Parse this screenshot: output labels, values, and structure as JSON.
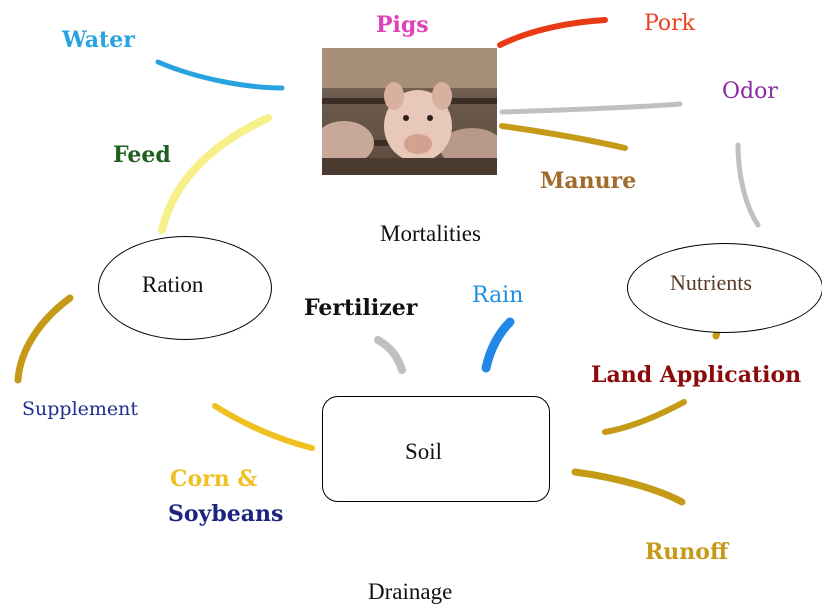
{
  "nodes": {
    "pigs": "Pigs",
    "pork": "Pork",
    "water": "Water",
    "odor": "Odor",
    "feed": "Feed",
    "manure": "Manure",
    "mortalities": "Mortalities",
    "ration": "Ration",
    "nutrients": "Nutrients",
    "fertilizer": "Fertilizer",
    "rain": "Rain",
    "land_application": "Land Application",
    "supplement": "Supplement",
    "soil": "Soil",
    "corn": "Corn &",
    "soybeans": "Soybeans",
    "runoff": "Runoff",
    "drainage": "Drainage"
  },
  "colors": {
    "water": "#29a3e0",
    "pigs": "#e040b8",
    "pork": "#e8421f",
    "odor": "#8a2ba0",
    "feed": "#1f5f1f",
    "manure": "#a06a28",
    "yellow_stroke": "#f7ef8a",
    "gold_stroke": "#c49a16",
    "gray_stroke": "#c0c0c0",
    "red_stroke": "#e83a14",
    "blue_stroke": "#2188e8",
    "land_application": "#8b0a0a",
    "supplement": "#1f2f8f",
    "corn": "#f0c020",
    "soybeans": "#1a237e",
    "runoff": "#c49a16",
    "rain": "#1e8fe0"
  },
  "icons": {
    "pig_photo": "pig-photo"
  }
}
